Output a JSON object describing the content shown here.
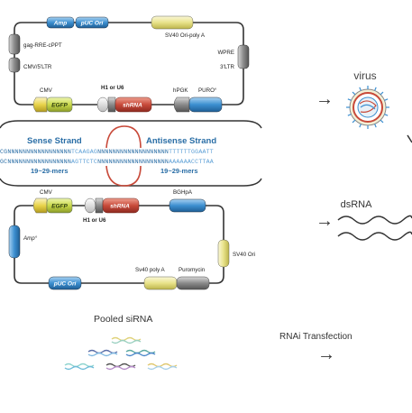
{
  "lentiviral_vector": {
    "amp": "Amp",
    "puc_ori": "pUC Ori",
    "sv40_ori_polya": "SV40 Ori-poly A",
    "gag_rre": "gag-RRE-cPPT",
    "cmv_ltr": "CMV/5'LTR",
    "wpre": "WPRE",
    "ltr3": "3'LTR",
    "cmv": "CMV",
    "egfp": "EGFP",
    "h1_u6": "H1 or U6",
    "shrna": "shRNA",
    "hpgk": "hPGK",
    "puro": "PURO°"
  },
  "strands": {
    "sense_title": "Sense Strand",
    "antisense_title": "Antisense  Strand",
    "top_left": "CGNNNNNNNNNNNNNNNNN",
    "top_loop": "TCAAGAG",
    "top_right": "NNNNNNNNNNNNNNNNNNN",
    "top_tail": "TTTTTTGGAATT",
    "bot_left": "GCNNNNNNNNNNNNNNNNN",
    "bot_loop": "AGTTCTC",
    "bot_right": "NNNNNNNNNNNNNNNNNNN",
    "bot_tail": "AAAAAACCTTAA",
    "mers_left": "19~29-mers",
    "mers_right": "19~29-mers"
  },
  "plasmid_vector": {
    "cmv": "CMV",
    "egfp": "EGFP",
    "h1_u6": "H1 or U6",
    "shrna": "shRNA",
    "bghpa": "BGHpA",
    "amp": "Amp°",
    "sv40_ori": "SV40 Ori",
    "sv40_polya": "Sv40 poly A",
    "puromycin": "Puromycin",
    "puc_ori": "pUC Ori"
  },
  "right_panel": {
    "virus_label": "virus",
    "dsrna_label": "dsRNA",
    "rnai_label": "RNAi  Transfection"
  },
  "pooled_sirna": {
    "title": "Pooled siRNA"
  },
  "colors": {
    "amp_blue": "#3c8fd0",
    "shrna_red": "#c84a3a",
    "egfp_green": "#c9d94a",
    "cmv_yellow": "#e8d34a",
    "sv40_yellow": "#e8e28a",
    "gray": "#8a8a8a",
    "sequence_blue": "#2a6ea6",
    "loop_red": "#c84a3a"
  }
}
